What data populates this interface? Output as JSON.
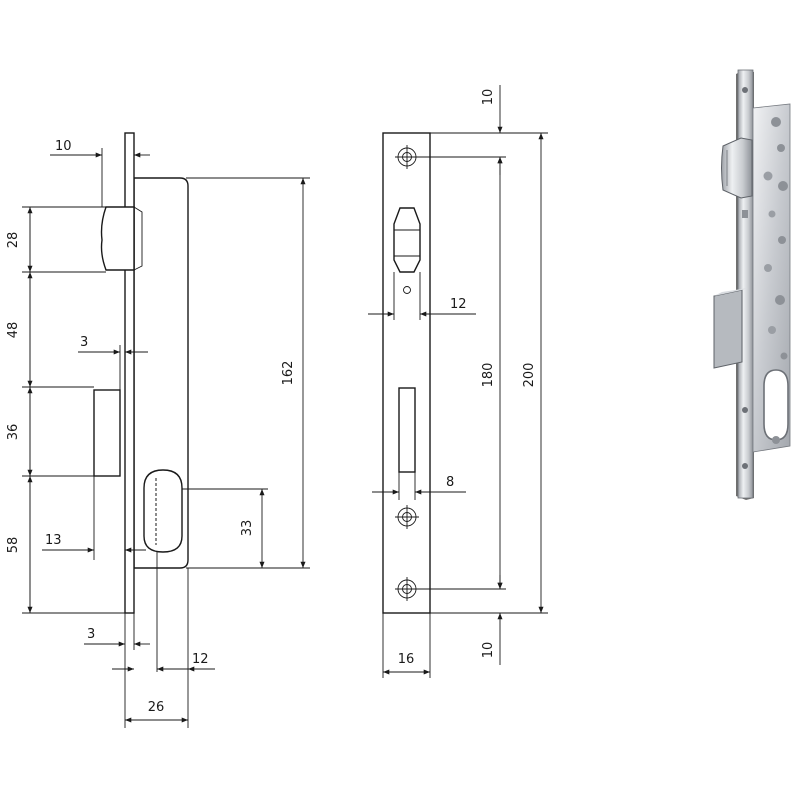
{
  "side_view": {
    "dims": {
      "backset_10": "10",
      "latch_28": "28",
      "gap_48": "48",
      "bolt_3": "3",
      "bolt_36": "36",
      "cyl_58": "58",
      "cyl_13": "13",
      "face_3": "3",
      "case_12": "12",
      "depth_26": "26",
      "cyl_33": "33",
      "height_162": "162"
    }
  },
  "front_view": {
    "dims": {
      "top_10": "10",
      "latch_12": "12",
      "bolt_8": "8",
      "width_16": "16",
      "bottom_10": "10",
      "holes_180": "180",
      "plate_200": "200"
    }
  },
  "photo": {
    "colors": {
      "metal_light": "#e6e8eb",
      "metal_mid": "#c3c7cc",
      "metal_dark": "#8d9197"
    }
  }
}
